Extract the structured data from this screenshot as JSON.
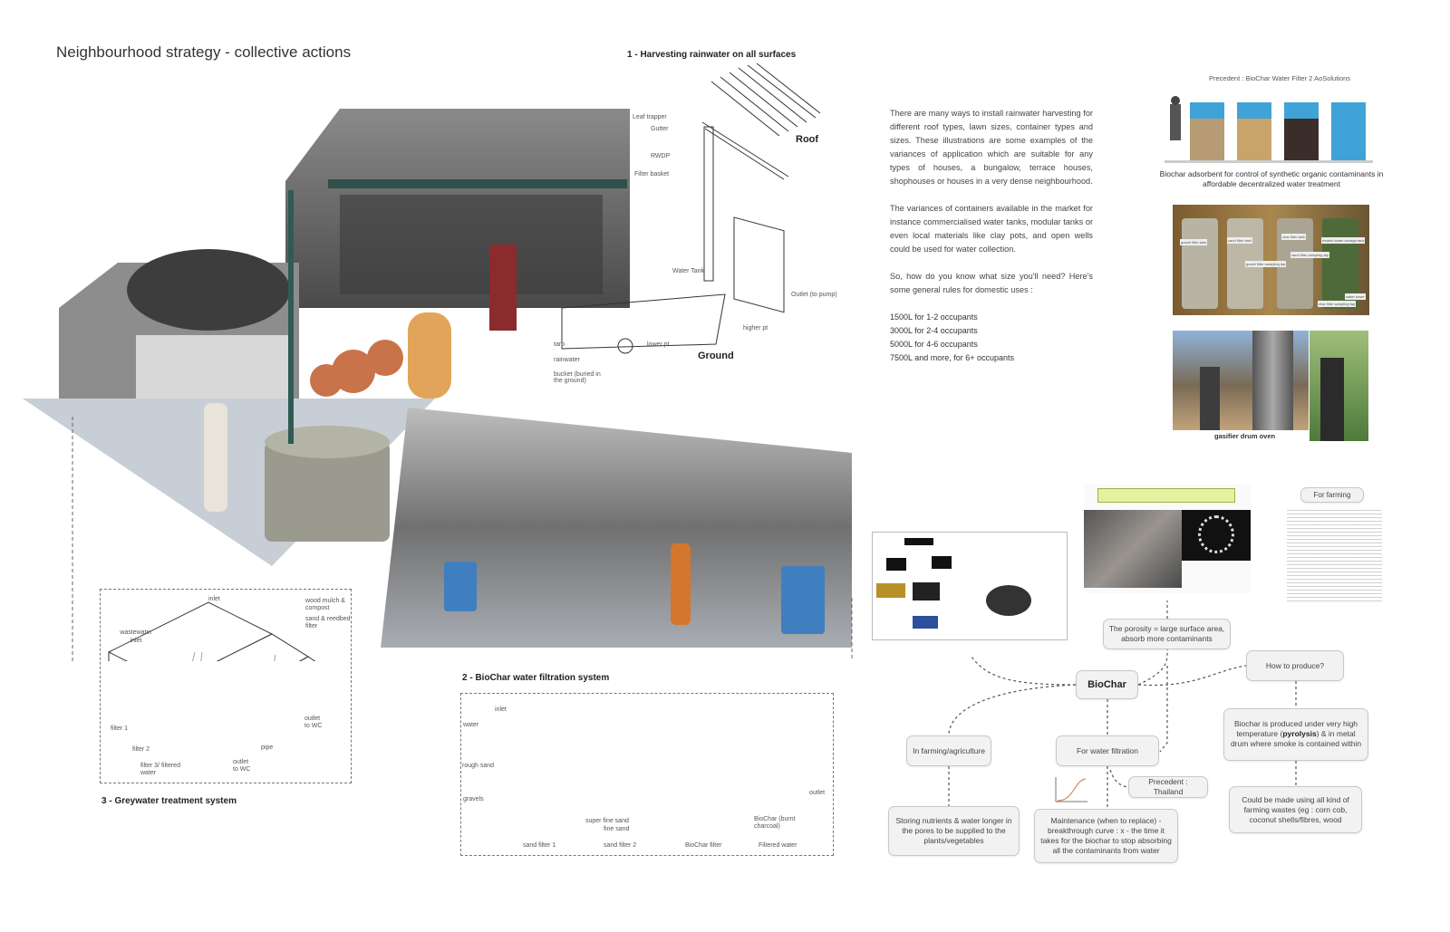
{
  "title": "Neighbourhood strategy - collective actions",
  "rainwater": {
    "heading": "1 - Harvesting rainwater on all surfaces",
    "roof_label": "Roof",
    "ground_label": "Ground",
    "roof_parts": [
      "Leaf trapper",
      "Gutter",
      "RWDP",
      "Filter basket",
      "Water Tank",
      "Outlet (to pump)"
    ],
    "ground_parts": [
      "tarp",
      "rainwater",
      "bucket (buried in the ground)",
      "lower pt",
      "higher pt"
    ]
  },
  "text": {
    "p1": "There are many ways to install rainwater harvesting for different roof types, lawn sizes, container types and sizes. These illustrations are some examples of the variances of application which are suitable for any types of houses, a bungalow, terrace houses, shophouses or houses in a very dense neighbourhood.",
    "p2": "The variances of containers available in the market for instance commercialised water tanks, modular tanks or even local materials like clay pots, and open wells could be used for water collection.",
    "p3": "So, how do you know what size you'll need? Here's some general rules for domestic uses :",
    "rules": [
      "1500L for 1-2 occupants",
      "3000L for 2-4 occupants",
      "5000L for 4-6 occupants",
      "7500L and more, for 6+ occupants"
    ]
  },
  "precedent": {
    "title": "Precedent : BioChar Water Filter 2 AoSolutions",
    "caption": "Biochar adsorbent for control of synthetic organic contaminants in affordable decentralized water treatment",
    "photo_labels": [
      "gravel filter tank",
      "sand filter tank",
      "char filter tank",
      "treated water storage tank",
      "gravel filter sampling tap",
      "sand filter sampling tap",
      "char filter sampling tap",
      "water tower"
    ],
    "oven_caption": "gasifier drum oven"
  },
  "greywater": {
    "heading": "3 - Greywater treatment system",
    "labels": [
      "inlet",
      "wood mulch & compost",
      "sand & reedbed filter",
      "wastewater inlet",
      "filter 1",
      "filter 2",
      "filter 3/ filtered water",
      "outlet to WC",
      "pipe",
      "outlet to WC"
    ]
  },
  "biochar_system": {
    "heading": "2 - BioChar water filtration system",
    "labels": [
      "inlet",
      "water",
      "rough sand",
      "gravels",
      "super fine sand",
      "fine sand",
      "BioChar (burnt charcoal)",
      "outlet"
    ],
    "filters": [
      "sand filter 1",
      "sand filter 2",
      "BioChar filter",
      "Filtered water"
    ]
  },
  "mindmap": {
    "center": "BioChar",
    "porosity": "The porosity = large surface area, absorb more contaminants",
    "how": "How to produce?",
    "farming": "In farming/agriculture",
    "water": "For water filtration",
    "thailand": "Precedent : Thailand",
    "produced_a": "Biochar is produced under very high temperature (",
    "produced_b": "pyrolysis",
    "produced_c": ") & in metal drum where smoke is contained within",
    "storing": "Storing nutrients & water longer in the pores to be supplied to the plants/vegetables",
    "maintenance": "Maintenance (when to replace) - breakthrough curve : x - the time it takes for the biochar to stop  absorbing all the contaminants from water",
    "wastes": "Could be made using all kind of farming wastes (eg : corn cob, coconut shells/fibres, wood",
    "for_farming": "For farming"
  }
}
